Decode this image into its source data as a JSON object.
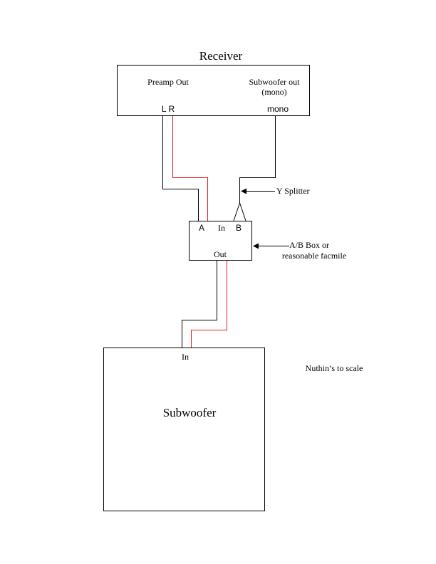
{
  "receiver": {
    "title": "Receiver",
    "preamp_out": "Preamp Out",
    "sub_out_line1": "Subwoofer out",
    "sub_out_line2": "(mono)",
    "lr_label": "L R",
    "mono_label": "mono"
  },
  "splitter": {
    "label": "Y Splitter"
  },
  "ab_box": {
    "a_label": "A",
    "in_label": "In",
    "b_label": "B",
    "out_label": "Out",
    "callout_line1": "A/B Box or",
    "callout_line2": "reasonable facmile"
  },
  "subwoofer": {
    "title": "Subwoofer",
    "in_label": "In"
  },
  "note": "Nuthin’s to scale",
  "colors": {
    "red_wire": "#e02020",
    "black_wire": "#000000"
  }
}
